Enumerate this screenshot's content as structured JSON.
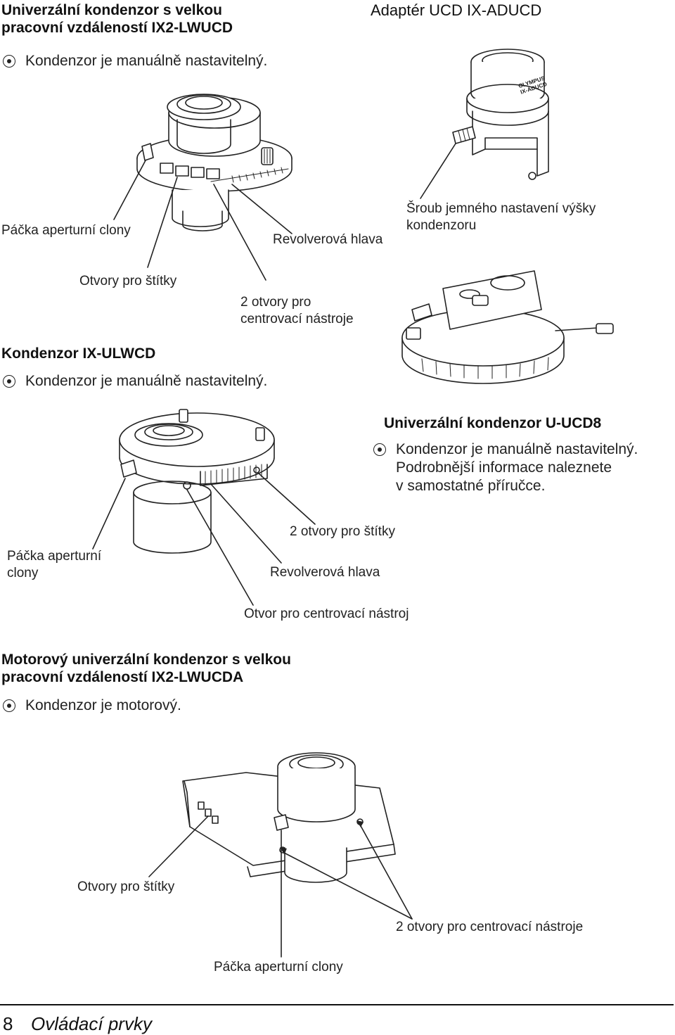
{
  "section1": {
    "title_line1": "Univerzální kondenzor s velkou",
    "title_line2": "pracovní vzdáleností IX2-LWUCD",
    "note": "Kondenzor je manuálně nastavitelný.",
    "label_lever": "Páčka aperturní clony",
    "label_turret": "Revolverová hlava",
    "label_slots": "Otvory pro štítky",
    "label_centering_1": "2 otvory pro",
    "label_centering_2": "centrovací nástroje"
  },
  "section2": {
    "title": "Adaptér UCD IX-ADUCD",
    "label_screw_1": "Šroub jemného nastavení výšky",
    "label_screw_2": "kondenzoru",
    "part_brand": "OLYMPUS",
    "part_model": "IX-ADUCD"
  },
  "section3": {
    "title": "Kondenzor IX-ULWCD",
    "note": "Kondenzor je manuálně nastavitelný.",
    "label_slots": "2 otvory pro štítky",
    "label_lever_1": "Páčka aperturní",
    "label_lever_2": "clony",
    "label_turret": "Revolverová hlava",
    "label_centering": "Otvor pro centrovací nástroj"
  },
  "section4": {
    "title": "Univerzální kondenzor U-UCD8",
    "note_1": "Kondenzor je manuálně nastavitelný.",
    "note_2": "Podrobnější informace naleznete",
    "note_3": "v samostatné příručce."
  },
  "section5": {
    "title_line1": "Motorový univerzální kondenzor s velkou",
    "title_line2": "pracovní vzdáleností IX2-LWUCDA",
    "note": "Kondenzor je motorový.",
    "label_slots": "Otvory pro štítky",
    "label_centering": "2 otvory pro centrovací nástroje",
    "label_lever": "Páčka aperturní clony"
  },
  "footer": {
    "page_number": "8",
    "chapter": "Ovládací prvky"
  }
}
